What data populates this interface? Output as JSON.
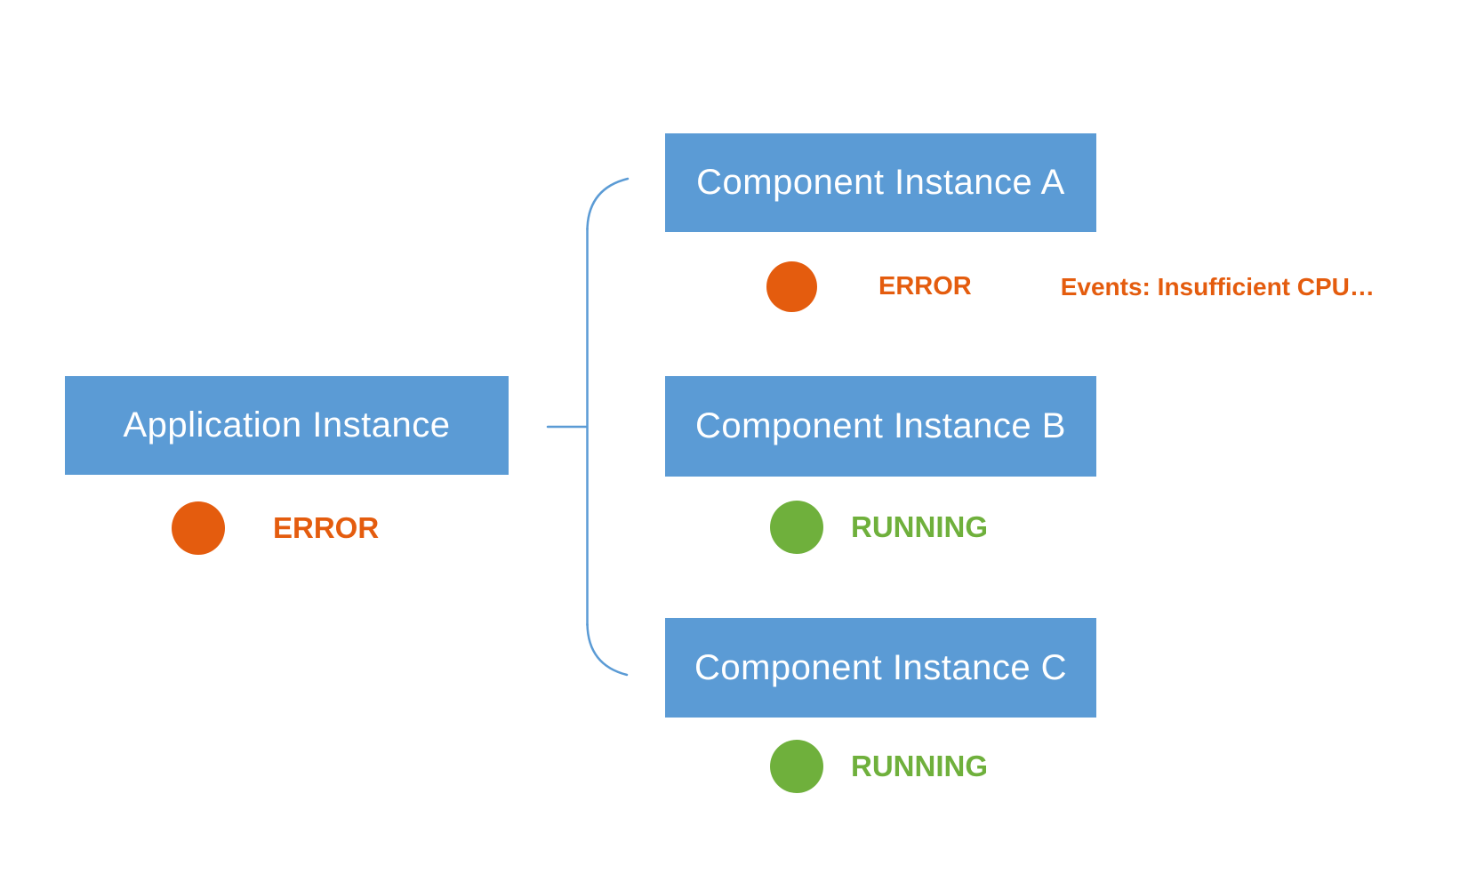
{
  "diagram": {
    "background_color": "#FFFFFF",
    "node_fill_color": "#5B9BD5",
    "node_text_color": "#FFFFFF",
    "connector_color": "#5B9BD5",
    "error_color": "#E45C0E",
    "running_color": "#6FB03C",
    "application": {
      "label": "Application Instance",
      "status": "ERROR",
      "status_color": "#E45C0E"
    },
    "components": [
      {
        "label": "Component Instance A",
        "status": "ERROR",
        "status_color": "#E45C0E",
        "events": "Events: Insufficient CPU…"
      },
      {
        "label": "Component Instance B",
        "status": "RUNNING",
        "status_color": "#6FB03C"
      },
      {
        "label": "Component Instance C",
        "status": "RUNNING",
        "status_color": "#6FB03C"
      }
    ]
  }
}
